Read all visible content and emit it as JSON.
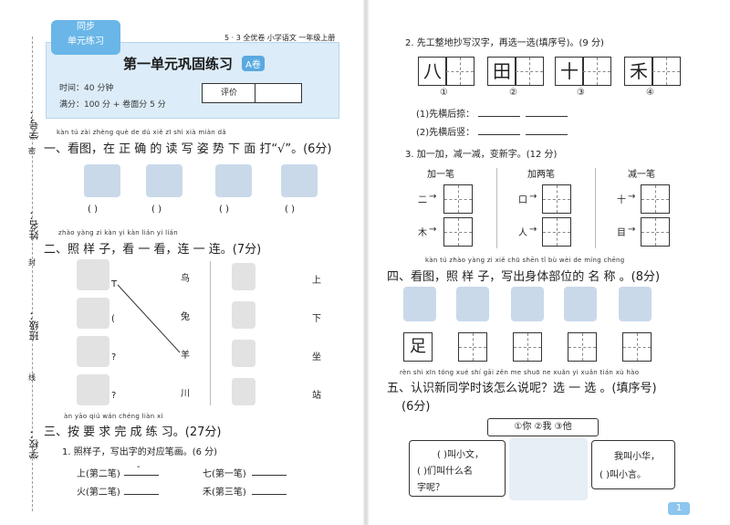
{
  "header": {
    "badge_line1": "同步",
    "badge_line2": "单元练习",
    "series": "5 · 3 全优卷   小学语文   一年级上册",
    "title": "第一单元巩固练习",
    "title_tag": "A卷",
    "time": "时间：40 分钟",
    "score": "满分：100 分 + 卷面分 5 分",
    "eval_label": "评价"
  },
  "margin": {
    "student_id": "学号：",
    "name": "姓名：",
    "class": "班级：",
    "school": "学校：",
    "mark1": "密",
    "mark2": "封",
    "mark3": "线"
  },
  "q1": {
    "pinyin": "kàn tú   zài zhèng què de dú xiě zī shì xià miàn dǎ",
    "title": "一、看图，在 正 确 的 读 写 姿 势 下 面 打“√”。(6分)",
    "blanks": [
      "(     )",
      "(     )",
      "(     )",
      "(     )"
    ]
  },
  "q2": {
    "pinyin": "zhào yàng zi   kàn yi kàn   lián yi lián",
    "title": "二、照 样 子，看 一 看，连 一 连。(7分)",
    "animal_chars": [
      "鸟",
      "兔",
      "羊",
      "川"
    ],
    "small_chars": [
      "T",
      "(",
      "?",
      "?"
    ],
    "position_chars": [
      "上",
      "下",
      "坐",
      "站"
    ]
  },
  "q3": {
    "pinyin": "àn yāo qiú wán chéng liàn xí",
    "title": "三、按 要 求 完 成 练 习。(27分)",
    "sub1_title": "1. 照样子，写出字的对应笔画。(6 分)",
    "sub1_items": [
      "上(第二笔)",
      "七(第一笔)",
      "火(第二笔)",
      "禾(第三笔)"
    ],
    "sub1_example": "-"
  },
  "right": {
    "q2_title": "2. 先工整地抄写汉字，再选一选(填序号)。(9 分)",
    "q2_chars": [
      "八",
      "田",
      "十",
      "禾"
    ],
    "q2_nums": [
      "①",
      "②",
      "③",
      "④"
    ],
    "q2_line1": "(1)先横后捺：",
    "q2_line2": "(2)先横后竖：",
    "q3_title": "3. 加一加，减一减，变新字。(12 分)",
    "q3_headers": [
      "加一笔",
      "加两笔",
      "减一笔"
    ],
    "q3_chars": [
      "二",
      "木",
      "口",
      "人",
      "十",
      "目"
    ],
    "q4_pinyin": "kàn tú   zhào yàng zi   xiě chū shēn tǐ bù wèi de míng chēng",
    "q4_title": "四、看图，照 样 子，写出身体部位的 名 称 。(8分)",
    "q4_example": "足",
    "q5_pinyin": "rèn shi xīn tóng xué shí gāi zěn me shuō ne   xuǎn yi xuǎn   tián xù hào",
    "q5_title": "五、认识新同学时该怎么说呢？选 一 选 。(填序号)",
    "q5_score": "(6分)",
    "q5_options": "①你   ②我   ③他",
    "q5_left_line1": "(     )叫小文，",
    "q5_left_line2": "(     )们叫什么名",
    "q5_left_line3": "字呢？",
    "q5_right_line1": "我叫小华，",
    "q5_right_line2": "(     )叫小言。",
    "page_number": "1"
  }
}
